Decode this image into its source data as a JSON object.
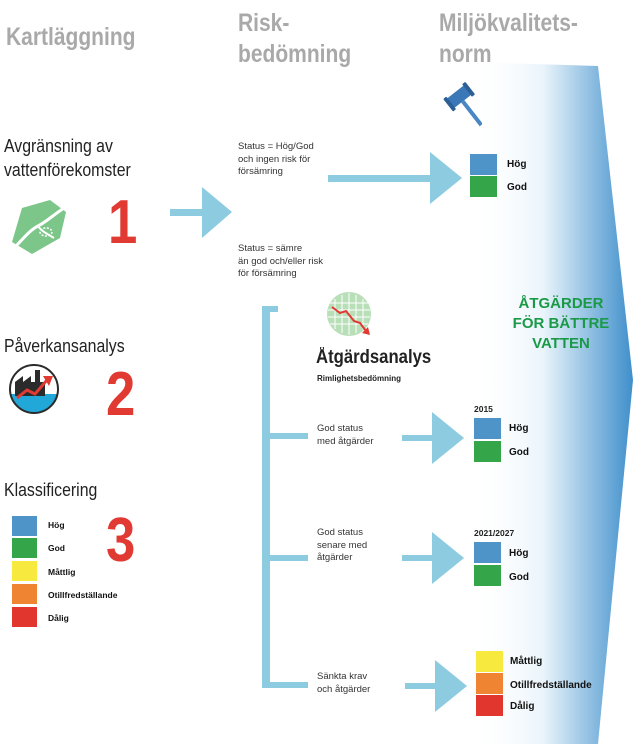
{
  "columns": {
    "mapping": "Kartläggning",
    "risk": "Risk-\nbedömning",
    "norm": "Miljökvalitets-\nnorm"
  },
  "steps": [
    {
      "title": "Avgränsning av\nvattenförekomster",
      "number": "1",
      "icon": "map-icon"
    },
    {
      "title": "Påverkansanalys",
      "number": "2",
      "icon": "factory-icon"
    },
    {
      "title": "Klassificering",
      "number": "3",
      "icon": "legend"
    }
  ],
  "classes": [
    {
      "label": "Hög",
      "color": "#4e94c9"
    },
    {
      "label": "God",
      "color": "#34a548"
    },
    {
      "label": "Måttlig",
      "color": "#f7e93d"
    },
    {
      "label": "Otillfredställande",
      "color": "#ef8532"
    },
    {
      "label": "Dålig",
      "color": "#e0362d"
    }
  ],
  "risk": {
    "status_good": "Status = Hög/God\noch ingen risk för\nförsämring",
    "status_worse": "Status = sämre\nän god och/eller risk\nför försämring"
  },
  "analysis": {
    "title": "Åtgärdsanalys",
    "subtitle": "Rimlighetsbedömning",
    "icon": "declining-chart-icon"
  },
  "branches": [
    {
      "label": "God status\nmed åtgärder",
      "year": "2015",
      "outcomes": [
        "Hög",
        "God"
      ]
    },
    {
      "label": "God status\nsenare med\nåtgärder",
      "year": "2021/2027",
      "outcomes": [
        "Hög",
        "God"
      ]
    },
    {
      "label": "Sänkta krav\noch åtgärder",
      "year": "",
      "outcomes": [
        "Måttlig",
        "Otillfredställande",
        "Dålig"
      ]
    }
  ],
  "top_outcomes": [
    "Hög",
    "God"
  ],
  "norm_icon": "gavel-icon",
  "measures_text": "ÅTGÄRDER\nFÖR BÄTTRE\nVATTEN",
  "colors": {
    "arrow": "#8dcbe0",
    "big_arrow_light": "#ffffff",
    "big_arrow_dark": "#3f8fcb",
    "accent_green": "#1a9a46",
    "number_red": "#e03a33"
  }
}
